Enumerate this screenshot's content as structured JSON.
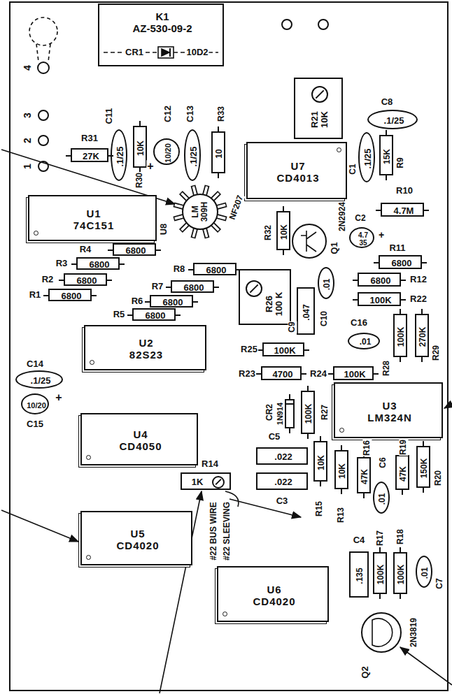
{
  "diagram": {
    "nodes": [
      {
        "text": [
          "K1",
          "AZ-530-09-2"
        ]
      },
      {
        "text": [
          "R21",
          "10K"
        ]
      },
      {
        "text": [
          ".1/25"
        ]
      },
      {
        "text": [
          ".1/25"
        ]
      },
      {
        "text": [
          "10K"
        ]
      },
      {
        "text": [
          "10/20"
        ]
      },
      {
        "text": [
          ".1/25"
        ]
      },
      {
        "text": [
          "10"
        ]
      },
      {
        "text": [
          "27K"
        ]
      },
      {
        "text": [
          "U7",
          "CD4013"
        ]
      },
      {
        "text": [
          ".1/25"
        ]
      },
      {
        "text": [
          "15K"
        ]
      },
      {
        "text": [
          "4.7M"
        ]
      },
      {
        "text": [
          "U1",
          "74C151"
        ]
      },
      {
        "text": [
          "LM 309H"
        ]
      },
      {
        "text": [
          "10K"
        ]
      },
      {
        "text": [
          "4.7 35"
        ]
      },
      {
        "text": [
          "6800"
        ]
      },
      {
        "text": [
          "6800"
        ]
      },
      {
        "text": [
          "6800"
        ]
      },
      {
        "text": [
          "6800"
        ]
      },
      {
        "text": [
          "6800"
        ]
      },
      {
        "text": [
          "6800"
        ]
      },
      {
        "text": [
          ".01"
        ]
      },
      {
        "text": [
          "R26",
          "100 K"
        ]
      },
      {
        "text": [
          "6800"
        ]
      },
      {
        "text": [
          "6800"
        ]
      },
      {
        "text": [
          "6800"
        ]
      },
      {
        "text": [
          "100K"
        ]
      },
      {
        "text": [
          ".047"
        ]
      },
      {
        "text": [
          "6800"
        ]
      },
      {
        "text": [
          ".01"
        ]
      },
      {
        "text": [
          "100K"
        ]
      },
      {
        "text": [
          "270K"
        ]
      },
      {
        "text": [
          "U2",
          "82S23"
        ]
      },
      {
        "text": [
          "100K"
        ]
      },
      {
        "text": [
          "4700"
        ]
      },
      {
        "text": [
          "100K"
        ]
      },
      {
        "text": [
          ".1/25"
        ]
      },
      {
        "text": [
          "10/20"
        ]
      },
      {
        "text": [
          "100K"
        ]
      },
      {
        "text": [
          "U3",
          "LM324N"
        ]
      },
      {
        "text": [
          "U4",
          "CD4050"
        ]
      },
      {
        "text": [
          ".022"
        ]
      },
      {
        "text": [
          "10K"
        ]
      },
      {
        "text": [
          "150K"
        ]
      },
      {
        "text": [
          "10K"
        ]
      },
      {
        "text": [
          "47K"
        ]
      },
      {
        "text": [
          "47K"
        ]
      },
      {
        "text": [
          "1K"
        ]
      },
      {
        "text": [
          ".022"
        ]
      },
      {
        "text": [
          ".01"
        ]
      },
      {
        "text": [
          "U5",
          "CD4020"
        ]
      },
      {
        "text": [
          ".135"
        ]
      },
      {
        "text": [
          "100K"
        ]
      },
      {
        "text": [
          "100K"
        ]
      },
      {
        "text": [
          ".01"
        ]
      },
      {
        "text": [
          "U6",
          "CD4020"
        ]
      }
    ],
    "labels": [
      "4",
      "3",
      "2",
      "1",
      "CR1",
      "10D2",
      "C8",
      "C11",
      "R30",
      "C12",
      "+",
      "C13",
      "R33",
      "R31",
      "C1",
      "R9",
      "R10",
      "U8",
      "NF207",
      "R32",
      "2N2924",
      "Q1",
      "C2",
      "+",
      "R11",
      "R4",
      "R3",
      "R8",
      "R12",
      "R2",
      "R7",
      "R1",
      "R22",
      "R6",
      "R5",
      "C10",
      "C9",
      "C16",
      "R25",
      "R29",
      "R28",
      "C14",
      "R23",
      "R24",
      "+",
      "CR2",
      "1N914",
      "R27",
      "C15",
      "C5",
      "R19",
      "R16",
      "C6",
      "R14",
      "R20",
      "C3",
      "R15",
      "R13",
      "#22 BUS WIRE",
      "#22 SLEEVING",
      "R18",
      "C4",
      "R17",
      "C7",
      "2N3819",
      "Q2"
    ]
  }
}
